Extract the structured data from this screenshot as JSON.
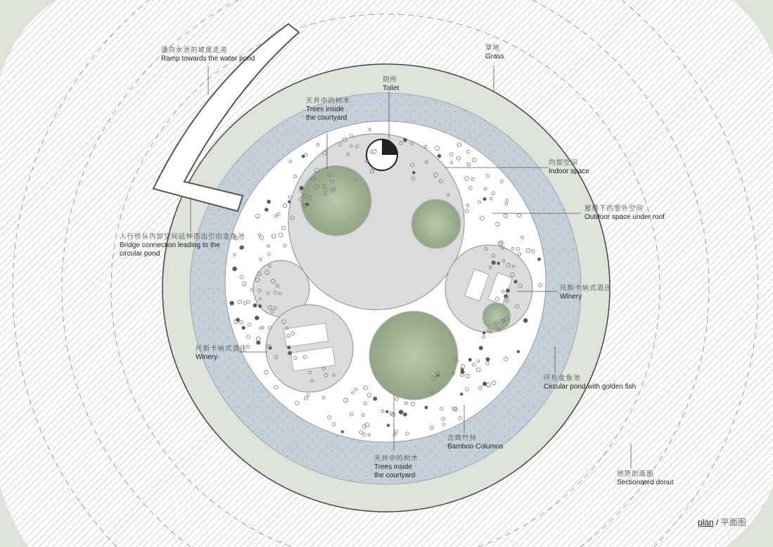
{
  "labels": {
    "ramp": {
      "zh": "通向水池的坡度走道",
      "en": "Ramp towards the water pond"
    },
    "grass": {
      "zh": "草地",
      "en": "Grass"
    },
    "toilet": {
      "zh": "厕所",
      "en": "Toilet"
    },
    "trees_top": {
      "zh": "天井中的树木",
      "en1": "Trees inside",
      "en2": "the courtyard"
    },
    "indoor": {
      "zh": "内部空间",
      "en": "Indoor space"
    },
    "outdoor": {
      "zh": "屋檐下的室外空间",
      "en": "Outdoor space under roof"
    },
    "bridge": {
      "zh": "人行桥从内部空间延伸而出引向金鱼池",
      "en1": "Bridge connection leading to the",
      "en2": "circular pond"
    },
    "winery_right": {
      "zh": "托斯卡纳式酒庄",
      "en": "Winery"
    },
    "winery_left": {
      "zh": "托斯卡纳式酒庄",
      "en": "Winery"
    },
    "pond": {
      "zh": "环形金鱼池",
      "en": "Circular pond with golden fish"
    },
    "bamboo": {
      "zh": "古典竹林",
      "en": "Bamboo Columns"
    },
    "trees_bottom": {
      "zh": "天井中的树木",
      "en1": "Trees inside",
      "en2": "the courtyard"
    },
    "section": {
      "zh": "地势剖面图",
      "en": "Sectionated donut"
    }
  },
  "title": {
    "en": "plan",
    "sep": " / ",
    "zh": "平面图"
  },
  "colors": {
    "grass": "#dde3d8",
    "pond": "#c3cfdb",
    "indoor": "#dadcdc",
    "tree": "#9fb394",
    "hatch": "#9a9a9a"
  }
}
